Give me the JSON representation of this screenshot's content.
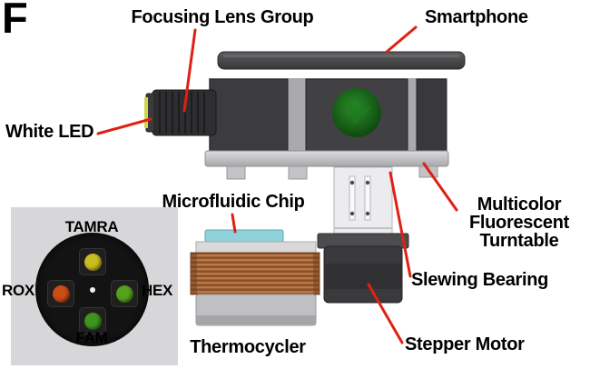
{
  "figure": {
    "panel_label": "F",
    "callouts": {
      "focusing_lens_group": "Focusing Lens Group",
      "smartphone": "Smartphone",
      "white_led": "White LED",
      "microfluidic_chip": "Microfluidic Chip",
      "multicolor_fluorescent_turntable": "Multicolor\nFluorescent\nTurntable",
      "slewing_bearing": "Slewing Bearing",
      "stepper_motor": "Stepper Motor",
      "thermocycler": "Thermocycler"
    },
    "turntable_inset": {
      "fluorophores": [
        {
          "name": "TAMRA",
          "color": "#c9bc1f"
        },
        {
          "name": "ROX",
          "color": "#cc4d16"
        },
        {
          "name": "HEX",
          "color": "#56a01e"
        },
        {
          "name": "FAM",
          "color": "#3f941f"
        }
      ]
    },
    "colors": {
      "callout_line": "#e02015",
      "device_body": "#3c3c3e",
      "thermocycler_coil": "#a8663a",
      "chip": "#8fd2da",
      "lens_window": "#0d5c12"
    }
  }
}
